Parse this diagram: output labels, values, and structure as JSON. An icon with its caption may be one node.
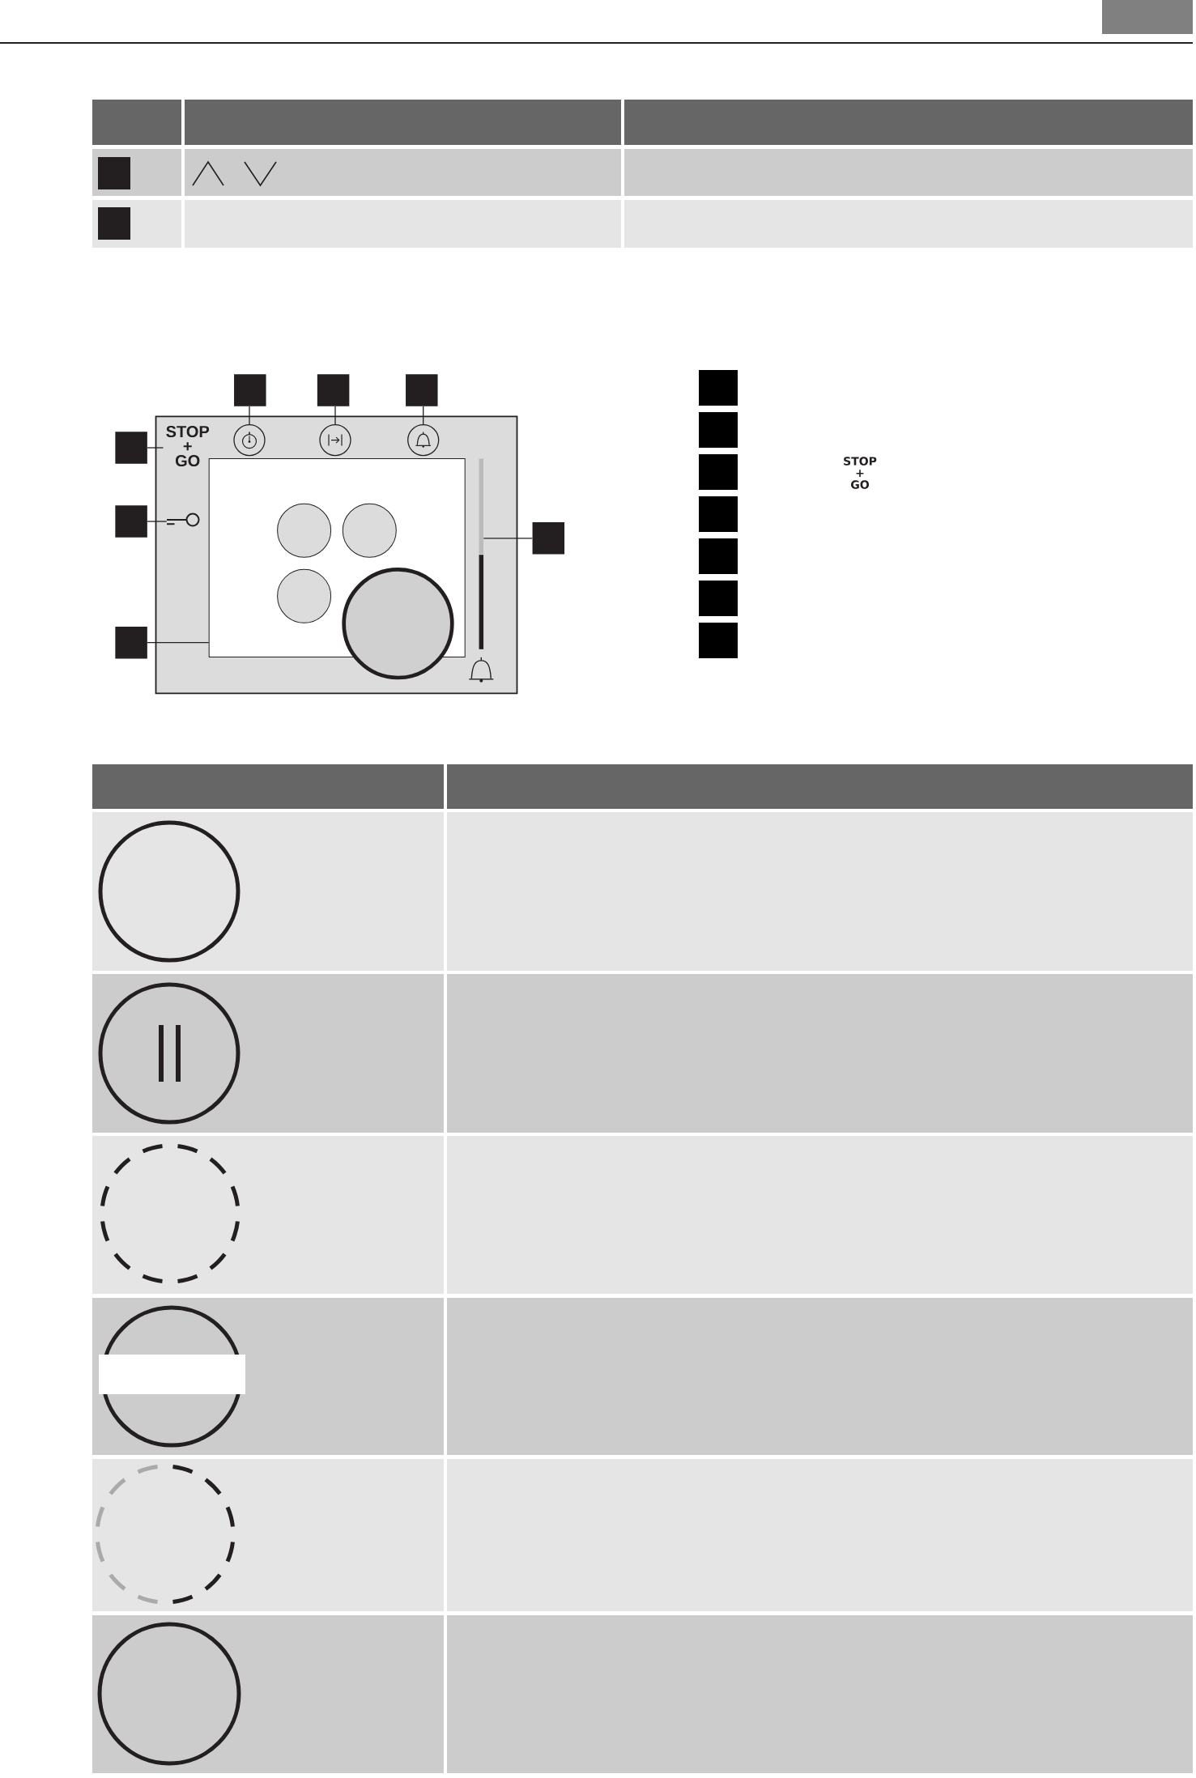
{
  "diagram": {
    "nodes": [
      {
        "text": [],
        "shape": "box"
      },
      {
        "text": [],
        "shape": "box"
      },
      {
        "text": [],
        "shape": "box"
      },
      {
        "text": [
          "STOP + GO"
        ],
        "in": 2
      },
      {
        "text": [],
        "shape": "circle",
        "in": 2
      },
      {
        "text": [],
        "shape": "circle",
        "in": 2
      },
      {
        "text": [],
        "shape": "circle",
        "in": 2
      },
      {
        "text": [],
        "shape": "picture",
        "in": 2
      },
      {
        "text": [],
        "shape": "box",
        "in": 2
      },
      {
        "text": [],
        "shape": "circle",
        "in": 8
      },
      {
        "text": [],
        "shape": "circle",
        "in": 8
      },
      {
        "text": [],
        "shape": "circle",
        "in": 8
      },
      {
        "text": [],
        "shape": "circle",
        "in": 2
      },
      {
        "text": [],
        "shape": "bar",
        "in": 2
      },
      {
        "text": [],
        "shape": "box"
      },
      {
        "text": [],
        "shape": "box"
      },
      {
        "text": [],
        "shape": "box"
      },
      {
        "text": [],
        "shape": "box"
      },
      {
        "text": [],
        "shape": "box"
      },
      {
        "text": [],
        "shape": "box"
      },
      {
        "text": [],
        "shape": "box"
      },
      {
        "text": [],
        "shape": "box"
      },
      {
        "text": [],
        "shape": "box"
      },
      {
        "text": [],
        "shape": "box"
      },
      {
        "text": [],
        "shape": "box"
      },
      {
        "text": [],
        "shape": "box"
      },
      {
        "text": [],
        "shape": "box"
      },
      {
        "text": [],
        "shape": "box"
      }
    ],
    "edges": [
      {
        "from": 14,
        "to": 4,
        "arrow": "none"
      },
      {
        "from": 15,
        "to": 5,
        "arrow": "none"
      },
      {
        "from": 16,
        "to": 6,
        "arrow": "none"
      },
      {
        "from": 17,
        "to": 3,
        "arrow": "none"
      },
      {
        "from": 18,
        "to": 7,
        "arrow": "none"
      },
      {
        "from": 19,
        "to": 8,
        "arrow": "none"
      },
      {
        "from": 20,
        "to": 13,
        "arrow": "none"
      }
    ],
    "labels": [
      "STOP + GO"
    ]
  }
}
